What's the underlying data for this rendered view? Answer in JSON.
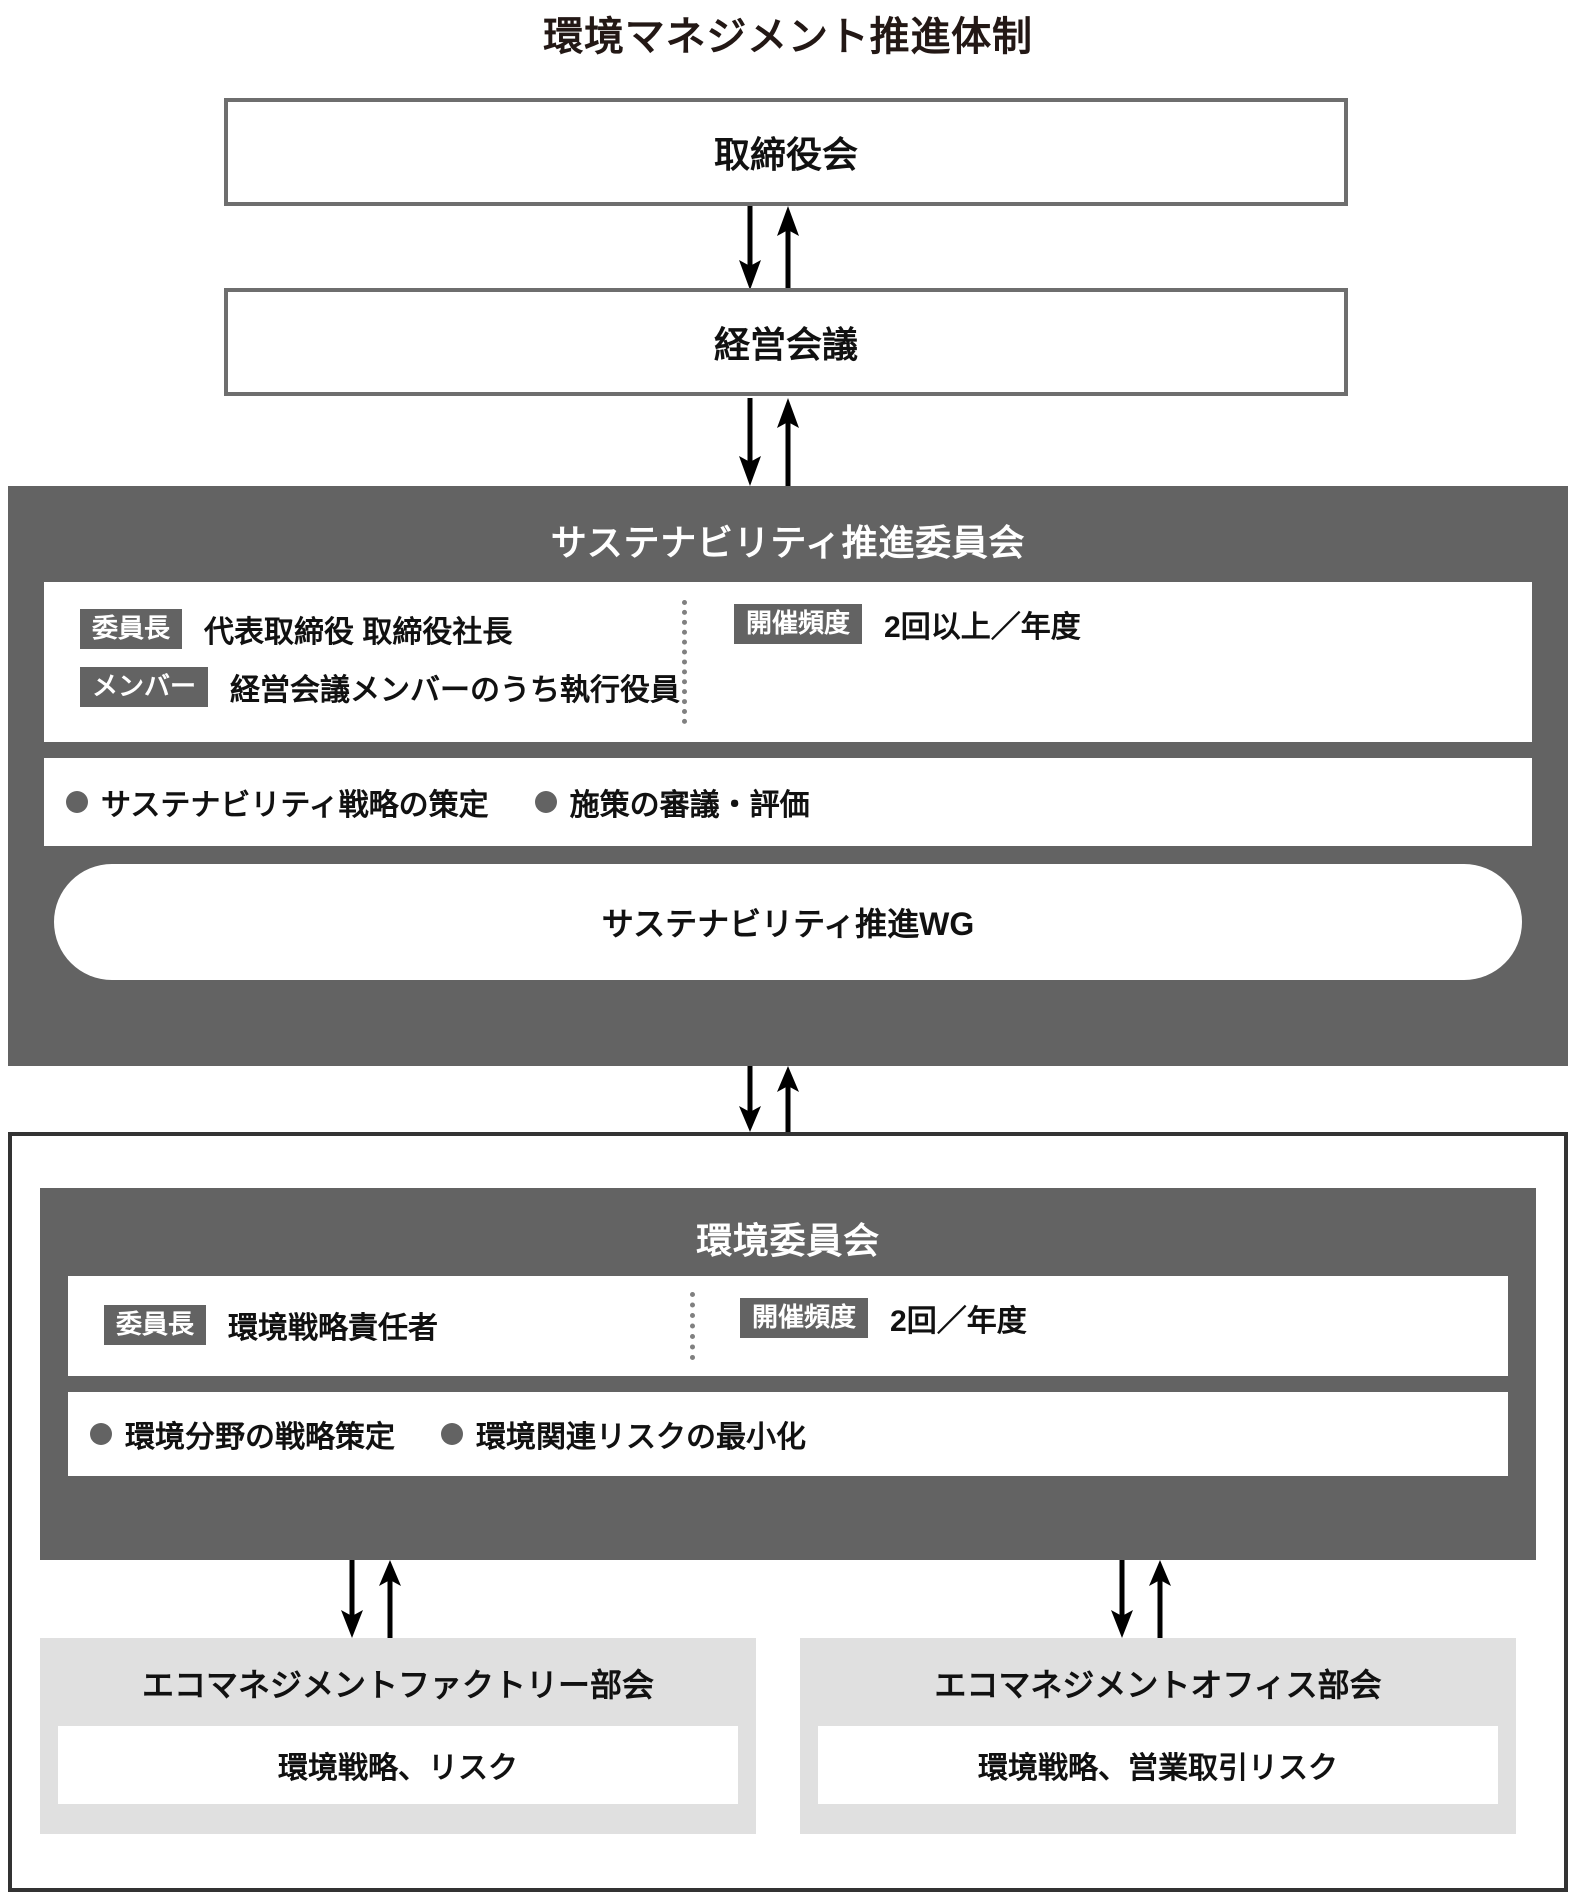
{
  "title": "環境マネジメント推進体制",
  "labels": {
    "chair": "委員長",
    "member": "メンバー",
    "frequency": "開催頻度"
  },
  "boxes": {
    "board": "取締役会",
    "management_meeting": "経営会議"
  },
  "sustainability_committee": {
    "title": "サステナビリティ推進委員会",
    "chair_value": "代表取締役 取締役社長",
    "member_value": "経営会議メンバーのうち執行役員",
    "frequency_value": "2回以上／年度",
    "bullets": [
      "サステナビリティ戦略の策定",
      "施策の審議・評価"
    ],
    "working_group": "サステナビリティ推進WG"
  },
  "environment_committee": {
    "title": "環境委員会",
    "chair_value": "環境戦略責任者",
    "frequency_value": "2回／年度",
    "bullets": [
      "環境分野の戦略策定",
      "環境関連リスクの最小化"
    ]
  },
  "departments": [
    {
      "title": "エコマネジメントファクトリー部会",
      "body": "環境戦略、リスク"
    },
    {
      "title": "エコマネジメントオフィス部会",
      "body": "環境戦略、営業取引リスク"
    }
  ],
  "colors": {
    "panel_grey": "#636363",
    "box_border_grey": "#6e6e6e",
    "frame_dark": "#333333",
    "dept_grey": "#e0e0e0",
    "text_dark": "#111111"
  },
  "icons": {
    "arrow_down": "arrow-down-icon",
    "arrow_up": "arrow-up-icon",
    "bullet": "bullet-dot-icon",
    "dotted_divider": "dotted-divider-icon"
  }
}
